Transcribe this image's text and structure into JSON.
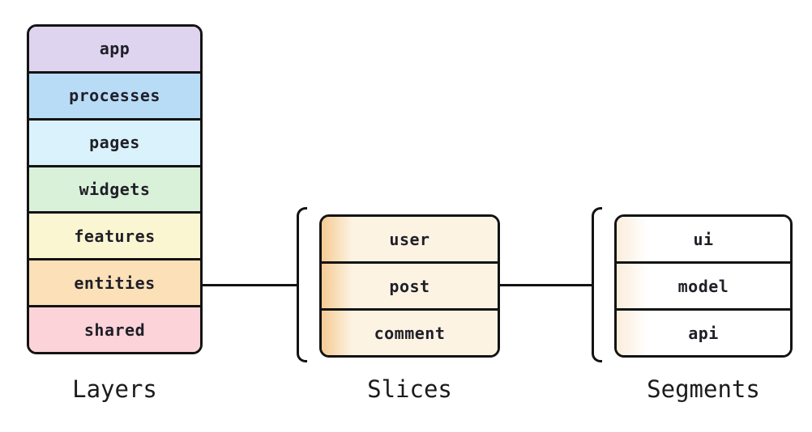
{
  "colors": {
    "background": "#ffffff",
    "border": "#131313",
    "text": "#1f1f28",
    "label": "#1b1b1b",
    "slice_strip": "#f5cd97",
    "slice_body": "#fdf3e3",
    "segment_strip": "#fbeedd",
    "segment_body": "#ffffff"
  },
  "layers": {
    "label": "Layers",
    "items": [
      {
        "label": "app",
        "color": "#ded4f0"
      },
      {
        "label": "processes",
        "color": "#b9dcf6"
      },
      {
        "label": "pages",
        "color": "#d9f2fb"
      },
      {
        "label": "widgets",
        "color": "#d9f0d9"
      },
      {
        "label": "features",
        "color": "#fbf6d2"
      },
      {
        "label": "entities",
        "color": "#fbe0b8"
      },
      {
        "label": "shared",
        "color": "#fbd3d8"
      }
    ]
  },
  "slices": {
    "label": "Slices",
    "items": [
      {
        "label": "user"
      },
      {
        "label": "post"
      },
      {
        "label": "comment"
      }
    ]
  },
  "segments": {
    "label": "Segments",
    "items": [
      {
        "label": "ui"
      },
      {
        "label": "model"
      },
      {
        "label": "api"
      }
    ]
  }
}
